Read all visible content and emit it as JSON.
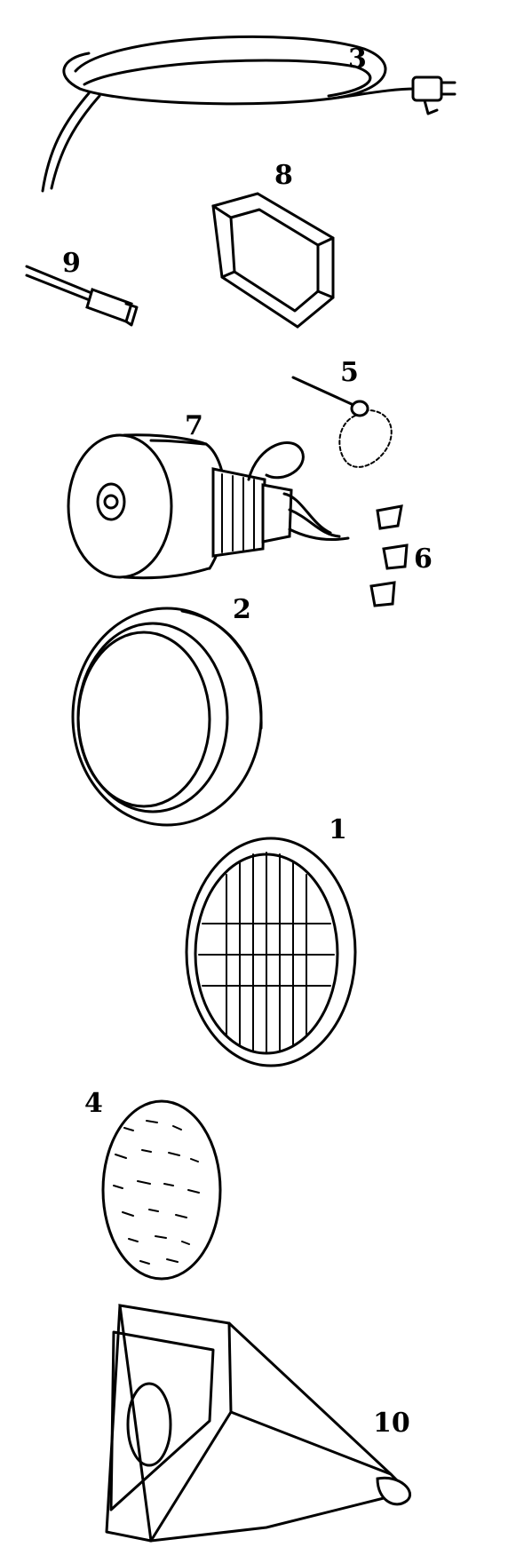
{
  "labels": {
    "cord": "3",
    "gasket": "8",
    "brush": "9",
    "lead_wire": "5",
    "motor": "7",
    "wire_nuts": "6",
    "motor_mount_ring": "2",
    "filter_grill": "1",
    "foam_filter": "4",
    "dust_bag": "10"
  }
}
